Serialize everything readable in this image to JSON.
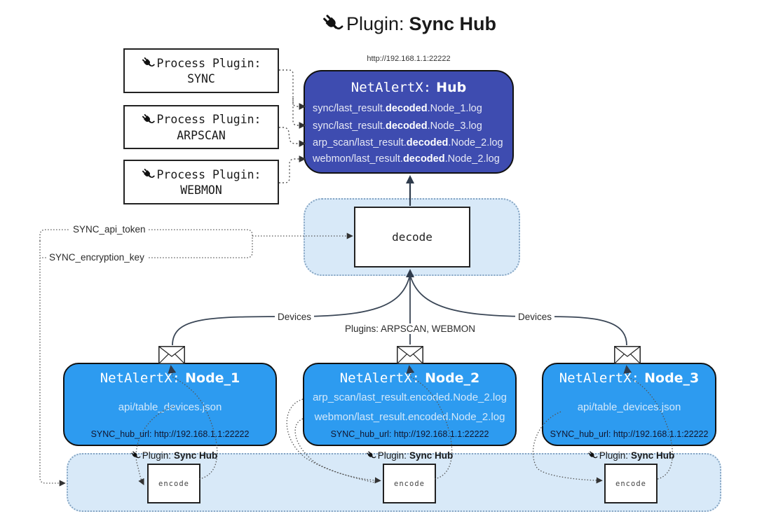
{
  "title": {
    "prefix": "Plugin:",
    "name": "Sync Hub"
  },
  "hub": {
    "url": "http://192.168.1.1:22222",
    "title_prefix": "NetAlertX:",
    "title_name": "Hub",
    "files": [
      {
        "pre": "sync/last_result.",
        "bold": "decoded",
        "post": ".Node_1.log"
      },
      {
        "pre": "sync/last_result.",
        "bold": "decoded",
        "post": ".Node_3.log"
      },
      {
        "pre": "arp_scan/last_result.",
        "bold": "decoded",
        "post": ".Node_2.log"
      },
      {
        "pre": "webmon/last_result.",
        "bold": "decoded",
        "post": ".Node_2.log"
      }
    ]
  },
  "process_plugins": [
    {
      "label": "Process Plugin:",
      "name": "SYNC"
    },
    {
      "label": "Process Plugin:",
      "name": "ARPSCAN"
    },
    {
      "label": "Process Plugin:",
      "name": "WEBMON"
    }
  ],
  "decode": {
    "label": "decode"
  },
  "keys": {
    "api_token": "SYNC_api_token",
    "encryption_key": "SYNC_encryption_key"
  },
  "wire_labels": {
    "devices_left": "Devices",
    "devices_right": "Devices",
    "plugins": "Plugins: ARPSCAN, WEBMON"
  },
  "nodes": [
    {
      "title_prefix": "NetAlertX:",
      "title_name": "Node_1",
      "files": [
        "api/table_devices.json"
      ],
      "hub_url": "SYNC_hub_url: http://192.168.1.1:22222"
    },
    {
      "title_prefix": "NetAlertX:",
      "title_name": "Node_2",
      "files": [
        "arp_scan/last_result.encoded.Node_2.log",
        "webmon/last_result.encoded.Node_2.log"
      ],
      "hub_url": "SYNC_hub_url: http://192.168.1.1:22222"
    },
    {
      "title_prefix": "NetAlertX:",
      "title_name": "Node_3",
      "files": [
        "api/table_devices.json"
      ],
      "hub_url": "SYNC_hub_url: http://192.168.1.1:22222"
    }
  ],
  "encode": {
    "label_prefix": "Plugin:",
    "label_name": "Sync Hub",
    "box_label": "encode"
  },
  "icons": {
    "plug": "plug-icon",
    "envelope": "envelope-icon"
  },
  "colors": {
    "hub_fill": "#3e4cb0",
    "node_fill": "#2d9bf0",
    "panel_fill": "#d8e9f8",
    "wire": "#3a4656"
  }
}
